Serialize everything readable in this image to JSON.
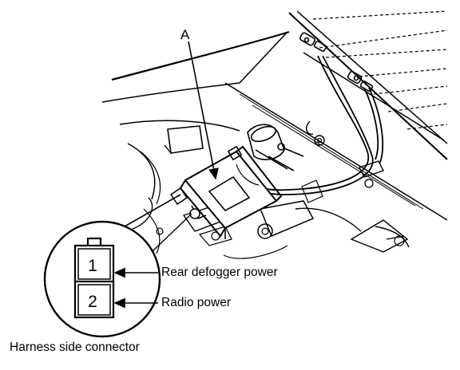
{
  "diagram": {
    "component_label": "A",
    "connector": {
      "title": "Harness side connector",
      "pins": [
        {
          "number": "1",
          "label": "Rear defogger power"
        },
        {
          "number": "2",
          "label": "Radio power"
        }
      ]
    }
  }
}
